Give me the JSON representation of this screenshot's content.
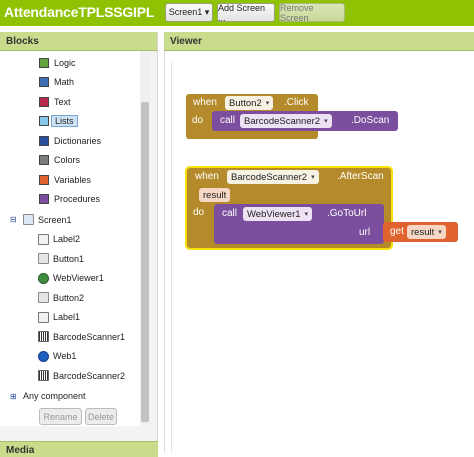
{
  "app": {
    "title": "AttendanceTPLSSGIPL"
  },
  "toolbar": {
    "screen_select": "Screen1 ▾",
    "add_screen": "Add Screen ...",
    "remove_screen": "Remove Screen"
  },
  "blocks_panel": {
    "header": "Blocks",
    "builtin": [
      {
        "label": "Logic",
        "color": "#62a33b"
      },
      {
        "label": "Math",
        "color": "#3c6fb3"
      },
      {
        "label": "Text",
        "color": "#b8294f"
      },
      {
        "label": "Lists",
        "color": "#86c6e8"
      },
      {
        "label": "Dictionaries",
        "color": "#2a4ea0"
      },
      {
        "label": "Colors",
        "color": "#7c7c7c"
      },
      {
        "label": "Variables",
        "color": "#e0622e"
      },
      {
        "label": "Procedures",
        "color": "#7b4f9d"
      }
    ],
    "screen": {
      "label": "Screen1"
    },
    "components": [
      {
        "label": "Label2",
        "icon": "label-icon"
      },
      {
        "label": "Button1",
        "icon": "button-icon"
      },
      {
        "label": "WebViewer1",
        "icon": "globe-icon"
      },
      {
        "label": "Button2",
        "icon": "button-icon"
      },
      {
        "label": "Label1",
        "icon": "label-icon"
      },
      {
        "label": "BarcodeScanner1",
        "icon": "barcode-icon"
      },
      {
        "label": "Web1",
        "icon": "web-icon"
      },
      {
        "label": "BarcodeScanner2",
        "icon": "barcode-icon"
      }
    ],
    "any_component": "Any component",
    "rename": "Rename",
    "delete": "Delete",
    "media": "Media"
  },
  "viewer": {
    "header": "Viewer",
    "block1": {
      "when": "when",
      "component": "Button2",
      "event": ".Click",
      "do": "do",
      "call": "call",
      "target": "BarcodeScanner2",
      "method": ".DoScan"
    },
    "block2": {
      "when": "when",
      "component": "BarcodeScanner2",
      "event": ".AfterScan",
      "param": "result",
      "do": "do",
      "call": "call",
      "target": "WebViewer1",
      "method": ".GoToUrl",
      "url_label": "url",
      "get": "get",
      "get_var": "result"
    }
  }
}
